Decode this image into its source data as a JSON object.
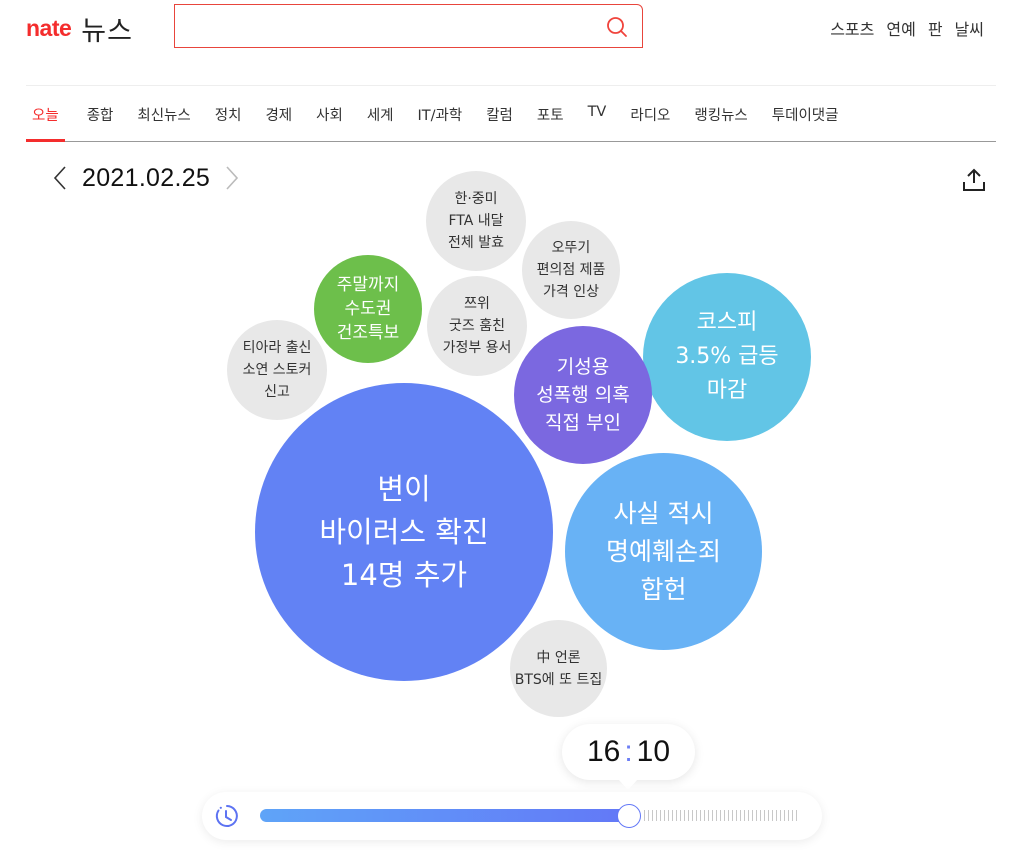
{
  "header": {
    "logo_brand": "nate",
    "logo_section": "뉴스",
    "search": {
      "value": "",
      "placeholder": ""
    },
    "top_links": [
      "스포츠",
      "연예",
      "판",
      "날씨"
    ]
  },
  "nav": {
    "items": [
      "오늘",
      "종합",
      "최신뉴스",
      "정치",
      "경제",
      "사회",
      "세계",
      "IT/과학",
      "칼럼",
      "포토",
      "TV",
      "라디오",
      "랭킹뉴스",
      "투데이댓글"
    ],
    "active_index": 0
  },
  "date": {
    "value": "2021.02.25"
  },
  "bubbles": [
    {
      "text": "한·중미\nFTA 내달\n전체 발효",
      "color": "#e8e8e8"
    },
    {
      "text": "오뚜기\n편의점 제품\n가격 인상",
      "color": "#e8e8e8"
    },
    {
      "text": "주말까지\n수도권\n건조특보",
      "color": "#6dbf4b"
    },
    {
      "text": "쯔위\n굿즈 훔친\n가정부 용서",
      "color": "#e8e8e8"
    },
    {
      "text": "티아라 출신\n소연 스토커\n신고",
      "color": "#e8e8e8"
    },
    {
      "text": "기성용\n성폭행 의혹\n직접 부인",
      "color": "#7b68e0"
    },
    {
      "text": "코스피\n3.5% 급등\n마감",
      "color": "#62c5e6"
    },
    {
      "text": "변이\n바이러스 확진\n14명 추가",
      "color": "#6282f4"
    },
    {
      "text": "사실 적시\n명예훼손죄\n합헌",
      "color": "#68b2f5"
    },
    {
      "text": "中 언론\nBTS에 또 트집",
      "color": "#e8e8e8"
    }
  ],
  "timeline": {
    "hour": "16",
    "separator": ":",
    "minute": "10",
    "progress_percent": 68,
    "accent_color": "#6378f7"
  },
  "colors": {
    "brand_red": "#f42d2d",
    "search_border": "#e8453c"
  }
}
